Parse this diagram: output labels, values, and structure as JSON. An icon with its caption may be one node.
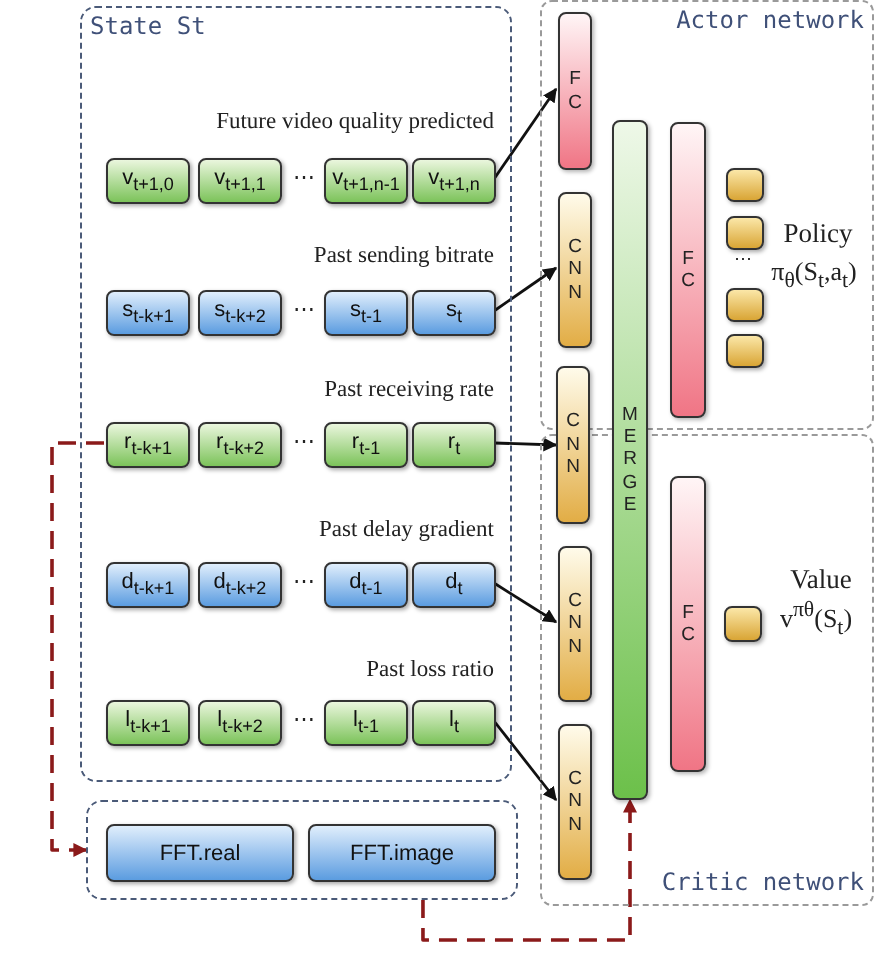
{
  "diagram": {
    "nodes": [
      {
        "text": [
          "State St"
        ]
      },
      {
        "text": [
          "v$_{t+1,0}$"
        ],
        "in": 0
      },
      {
        "text": [
          "v$_{t+1,1}$"
        ],
        "in": 0
      },
      {
        "text": [
          "v$_{t+1,n-1}$"
        ],
        "in": 0
      },
      {
        "text": [
          "v$_{t+1,n}$"
        ],
        "in": 0
      },
      {
        "text": [
          "s$_{t-k+1}$"
        ],
        "in": 0
      },
      {
        "text": [
          "s$_{t-k+2}$"
        ],
        "in": 0
      },
      {
        "text": [
          "s$_{t-1}$"
        ],
        "in": 0
      },
      {
        "text": [
          "s$_{t}$"
        ],
        "in": 0
      },
      {
        "text": [
          "r$_{t-k+1}$"
        ],
        "in": 0
      },
      {
        "text": [
          "r$_{t-k+2}$"
        ],
        "in": 0
      },
      {
        "text": [
          "r$_{t-1}$"
        ],
        "in": 0
      },
      {
        "text": [
          "r$_{t}$"
        ],
        "in": 0
      },
      {
        "text": [
          "d$_{t-k+1}$"
        ],
        "in": 0
      },
      {
        "text": [
          "d$_{t-k+2}$"
        ],
        "in": 0
      },
      {
        "text": [
          "d$_{t-1}$"
        ],
        "in": 0
      },
      {
        "text": [
          "d$_{t}$"
        ],
        "in": 0
      },
      {
        "text": [
          "l$_{t-k+1}$"
        ],
        "in": 0
      },
      {
        "text": [
          "l$_{t-k+2}$"
        ],
        "in": 0
      },
      {
        "text": [
          "l$_{t-1}$"
        ],
        "in": 0
      },
      {
        "text": [
          "l$_{t}$"
        ],
        "in": 0
      },
      {
        "text": [],
        "shape": "box"
      },
      {
        "text": [
          "FFT.real"
        ],
        "in": 21
      },
      {
        "text": [
          "FFT.image"
        ],
        "in": 21
      },
      {
        "text": [
          "Actor network"
        ]
      },
      {
        "text": [
          "Critic network"
        ]
      },
      {
        "text": [
          "FC"
        ],
        "in": 24
      },
      {
        "text": [
          "CNN"
        ],
        "in": 24
      },
      {
        "text": [
          "CNN"
        ]
      },
      {
        "text": [
          "CNN"
        ],
        "in": 25
      },
      {
        "text": [
          "CNN"
        ],
        "in": 25
      },
      {
        "text": [
          "MERGE"
        ]
      },
      {
        "text": [
          "FC"
        ],
        "in": 24
      },
      {
        "text": [],
        "shape": "box",
        "in": 24
      },
      {
        "text": [],
        "shape": "box",
        "in": 24
      },
      {
        "text": [],
        "shape": "box",
        "in": 24
      },
      {
        "text": [],
        "shape": "box",
        "in": 24
      },
      {
        "text": [
          "FC"
        ],
        "in": 25
      },
      {
        "text": [],
        "shape": "box",
        "in": 25
      }
    ],
    "edges": [
      {
        "from": 4,
        "to": 26,
        "arrow": "to"
      },
      {
        "from": 8,
        "to": 27,
        "arrow": "to"
      },
      {
        "from": 12,
        "to": 28,
        "arrow": "to"
      },
      {
        "from": 16,
        "to": 29,
        "arrow": "to"
      },
      {
        "from": 20,
        "to": 30,
        "arrow": "to"
      },
      {
        "from": 9,
        "to": 21,
        "arrow": "to",
        "style": "dashed",
        "color": "#8b1a1a"
      },
      {
        "from": 21,
        "to": 31,
        "arrow": "to",
        "style": "dashed",
        "color": "#8b1a1a"
      }
    ],
    "labels": [
      "Future video quality predicted",
      "⋯",
      "Past sending bitrate",
      "⋯",
      "Past receiving rate",
      "⋯",
      "Past delay gradient",
      "⋯",
      "Past loss ratio",
      "⋯",
      "Policy",
      "⋯",
      "π$_{θ}$(S$_{t}$,a$_{t}$)",
      "Value",
      "v$^{πθ}$(S$_{t}$)"
    ]
  }
}
